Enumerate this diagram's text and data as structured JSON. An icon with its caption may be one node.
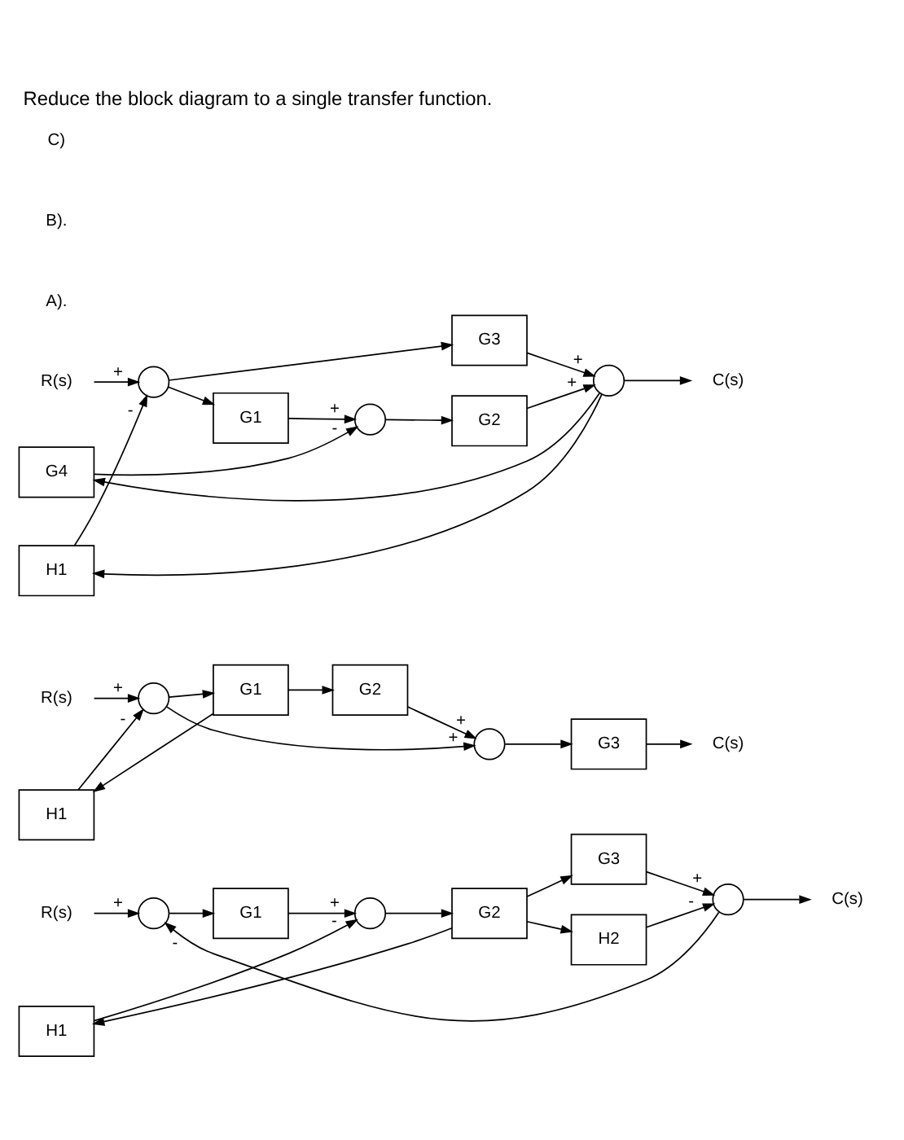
{
  "diagram": {
    "title": "Reduce the block diagram to a single transfer function.",
    "nodes": [
      {
        "text": [
          "R(s)"
        ]
      },
      {
        "text": [],
        "shape": "circle"
      },
      {
        "text": [
          "G1"
        ]
      },
      {
        "text": [],
        "shape": "circle"
      },
      {
        "text": [
          "G2"
        ]
      },
      {
        "text": [
          "H1"
        ]
      },
      {
        "text": [
          "G3"
        ]
      },
      {
        "text": [
          "H2"
        ]
      },
      {
        "text": [],
        "shape": "circle"
      },
      {
        "text": [
          "C(s)"
        ]
      },
      {
        "text": [
          "R(s)"
        ]
      },
      {
        "text": [],
        "shape": "circle"
      },
      {
        "text": [
          "H1"
        ]
      },
      {
        "text": [
          "G1"
        ]
      },
      {
        "text": [
          "G2"
        ]
      },
      {
        "text": [],
        "shape": "circle"
      },
      {
        "text": [
          "G3"
        ]
      },
      {
        "text": [
          "C(s)"
        ]
      },
      {
        "text": [
          "R(s)"
        ]
      },
      {
        "text": [],
        "shape": "circle"
      },
      {
        "text": [
          "G3"
        ]
      },
      {
        "text": [
          "G1"
        ]
      },
      {
        "text": [],
        "shape": "circle"
      },
      {
        "text": [
          "G2"
        ]
      },
      {
        "text": [],
        "shape": "circle"
      },
      {
        "text": [
          "G4"
        ]
      },
      {
        "text": [
          "H1"
        ]
      },
      {
        "text": [
          "C(s)"
        ]
      }
    ],
    "edges": [
      {
        "from": 0,
        "to": 1,
        "arrow": "to",
        "label": "+"
      },
      {
        "from": 1,
        "to": 2,
        "arrow": "to"
      },
      {
        "from": 2,
        "to": 3,
        "arrow": "to",
        "label": "+"
      },
      {
        "from": 3,
        "to": 4,
        "arrow": "to"
      },
      {
        "from": 4,
        "to": 6,
        "arrow": "to"
      },
      {
        "from": 4,
        "to": 5,
        "arrow": "to"
      },
      {
        "from": 4,
        "to": 7,
        "arrow": "to"
      },
      {
        "from": 5,
        "to": 3,
        "arrow": "to",
        "label": "-"
      },
      {
        "from": 6,
        "to": 8,
        "arrow": "to",
        "label": "+"
      },
      {
        "from": 7,
        "to": 8,
        "arrow": "to",
        "label": "-"
      },
      {
        "from": 8,
        "to": 9,
        "arrow": "to"
      },
      {
        "from": 8,
        "to": 1,
        "arrow": "to",
        "label": "-"
      },
      {
        "from": 10,
        "to": 11,
        "arrow": "to",
        "label": "+"
      },
      {
        "from": 11,
        "to": 13,
        "arrow": "to"
      },
      {
        "from": 11,
        "to": 15,
        "arrow": "to",
        "label": "+"
      },
      {
        "from": 13,
        "to": 14,
        "arrow": "to"
      },
      {
        "from": 13,
        "to": 12,
        "arrow": "to"
      },
      {
        "from": 12,
        "to": 11,
        "arrow": "to",
        "label": "-"
      },
      {
        "from": 14,
        "to": 15,
        "arrow": "to",
        "label": "+"
      },
      {
        "from": 15,
        "to": 16,
        "arrow": "to"
      },
      {
        "from": 16,
        "to": 17,
        "arrow": "to"
      },
      {
        "from": 18,
        "to": 19,
        "arrow": "to",
        "label": "+"
      },
      {
        "from": 19,
        "to": 21,
        "arrow": "to"
      },
      {
        "from": 19,
        "to": 20,
        "arrow": "to"
      },
      {
        "from": 21,
        "to": 22,
        "arrow": "to",
        "label": "+"
      },
      {
        "from": 22,
        "to": 23,
        "arrow": "to"
      },
      {
        "from": 23,
        "to": 24,
        "arrow": "to",
        "label": "+"
      },
      {
        "from": 20,
        "to": 24,
        "arrow": "to",
        "label": "+"
      },
      {
        "from": 24,
        "to": 27,
        "arrow": "to"
      },
      {
        "from": 24,
        "to": 25,
        "arrow": "to"
      },
      {
        "from": 24,
        "to": 26,
        "arrow": "to"
      },
      {
        "from": 25,
        "to": 22,
        "arrow": "to",
        "label": "-"
      },
      {
        "from": 26,
        "to": 19,
        "arrow": "to",
        "label": "-"
      }
    ],
    "labels": [
      "A).",
      "B).",
      "C)"
    ]
  }
}
